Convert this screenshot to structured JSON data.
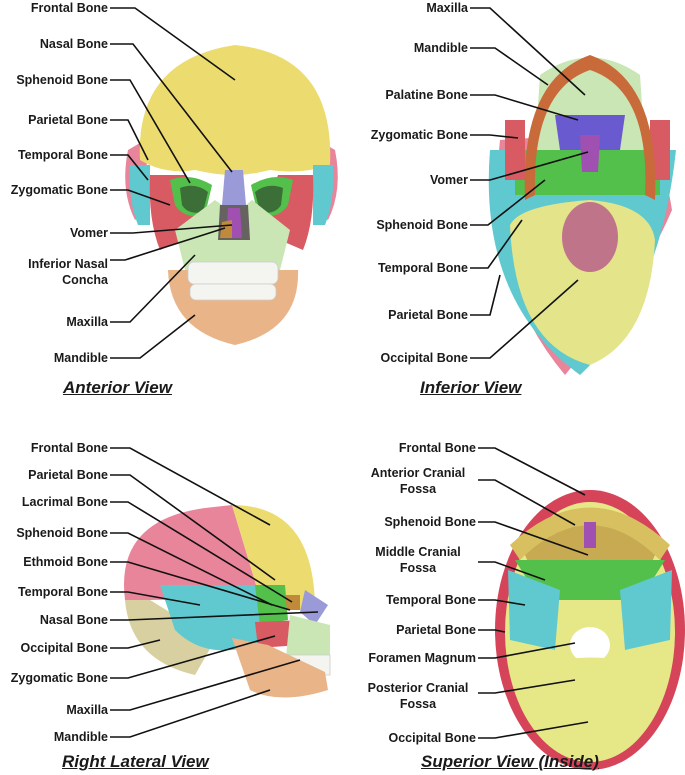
{
  "anterior": {
    "title": "Anterior View",
    "labels": [
      "Frontal Bone",
      "Nasal Bone",
      "Sphenoid Bone",
      "Parietal Bone",
      "Temporal Bone",
      "Zygomatic Bone",
      "Vomer",
      "Inferior Nasal",
      "Concha",
      "Maxilla",
      "Mandible"
    ]
  },
  "inferior": {
    "title": "Inferior View",
    "labels": [
      "Maxilla",
      "Mandible",
      "Palatine Bone",
      "Zygomatic Bone",
      "Vomer",
      "Sphenoid Bone",
      "Temporal Bone",
      "Parietal Bone",
      "Occipital Bone"
    ]
  },
  "lateral": {
    "title": "Right Lateral View",
    "labels": [
      "Frontal Bone",
      "Parietal Bone",
      "Lacrimal Bone",
      "Sphenoid Bone",
      "Ethmoid Bone",
      "Temporal Bone",
      "Nasal Bone",
      "Occipital Bone",
      "Zygomatic Bone",
      "Maxilla",
      "Mandible"
    ]
  },
  "superior": {
    "title": "Superior View (Inside)",
    "labels": [
      "Frontal Bone",
      "Anterior Cranial",
      "Fossa",
      "Sphenoid Bone",
      "Middle Cranial",
      "Fossa",
      "Temporal Bone",
      "Parietal Bone",
      "Foramen Magnum",
      "Posterior Cranial",
      "Fossa",
      "Occipital Bone"
    ]
  },
  "colors": {
    "frontal": "#ecdc70",
    "parietal": "#e8859a",
    "temporal": "#5fc9cf",
    "zygomatic": "#d85a62",
    "sphenoid": "#52c04a",
    "nasal": "#9a9ad8",
    "maxilla": "#c9e6b4",
    "mandible": "#e8b488",
    "vomer": "#a050b0",
    "concha": "#c08a3a",
    "occipital": "#e4e48a",
    "palatine": "#6a5ad0",
    "teeth": "#f4f4f0",
    "fossa_ant": "#c8aa52",
    "fossa_post": "#e6e888"
  }
}
